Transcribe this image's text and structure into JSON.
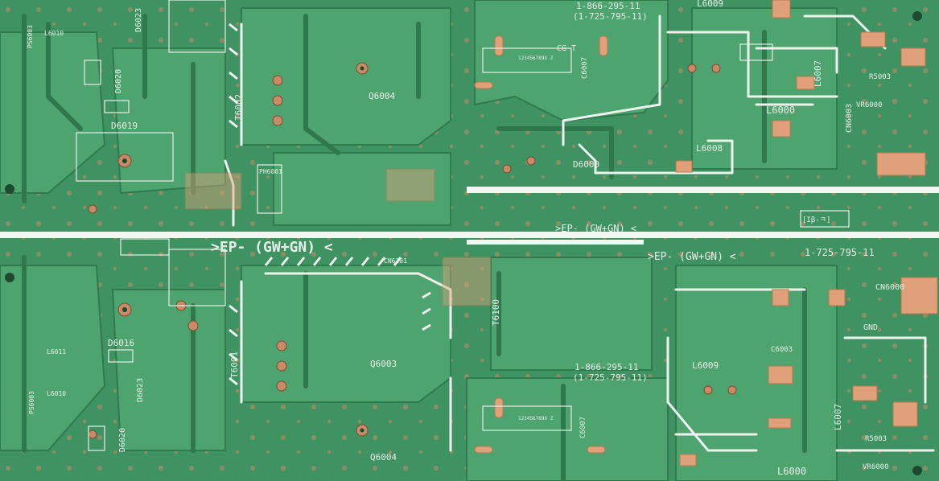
{
  "image": {
    "subject": "printed circuit board panel",
    "colors": {
      "board": "#3f9362",
      "trace": "#4fa36f",
      "trace_dark": "#2f7a4e",
      "pad": "#e0a07a",
      "silkscreen": "#eef2ee",
      "panel_split": "#f4f6f4"
    }
  },
  "silkscreen": {
    "model_top": ">EP- (GW+GN) <",
    "model_mid": ">EP- (GW+GN) <",
    "model_right": ">EP- (GW+GN) <",
    "part_top": "1-866-295-11",
    "part_top_2": "(1-725-795-11)",
    "part_mid": "1-866-295-11",
    "part_mid_2": "(1-725-795-11)",
    "part_right": "1-725-795-11",
    "labels": {
      "d6019": "D6019",
      "d6020_top": "D6020",
      "d6020_bot": "D6020",
      "d6016": "D6016",
      "d6023_top": "D6023",
      "d6023_bot": "D6023",
      "q6004_top": "Q6004",
      "q6004_bot": "Q6004",
      "q6003": "Q6003",
      "t6002": "T6002",
      "t6001": "T6001",
      "t6100": "T6100",
      "l6000_top": "L6000",
      "l6000_bot": "L6000",
      "l6008": "L6008",
      "l6009": "L6009",
      "l6010_top": "L6010",
      "l6010_bot": "L6010",
      "l6011": "L6011",
      "l6007_top": "L6007",
      "l6007_bot": "L6007",
      "d6000": "D6000",
      "cn6000": "CN6000",
      "cn6003": "CN6003",
      "cn6101": "CN6101",
      "gnd": "GND",
      "r5003_top": "R5003",
      "r5003_bot": "R5003",
      "vr6000_top": "VR6000",
      "vr6000_bot": "VR6000",
      "ph6001": "PH6001",
      "c6007_top": "C6007",
      "c6007_bot": "C6007",
      "ps6003": "PS6003",
      "ps6003_bot": "PS6003",
      "cg": "CG T",
      "batch": "123456789X Z",
      "l6009_top": "L6009",
      "tag_tp": "[Iβ-ㅋ]",
      "d6003": "C6003"
    }
  }
}
